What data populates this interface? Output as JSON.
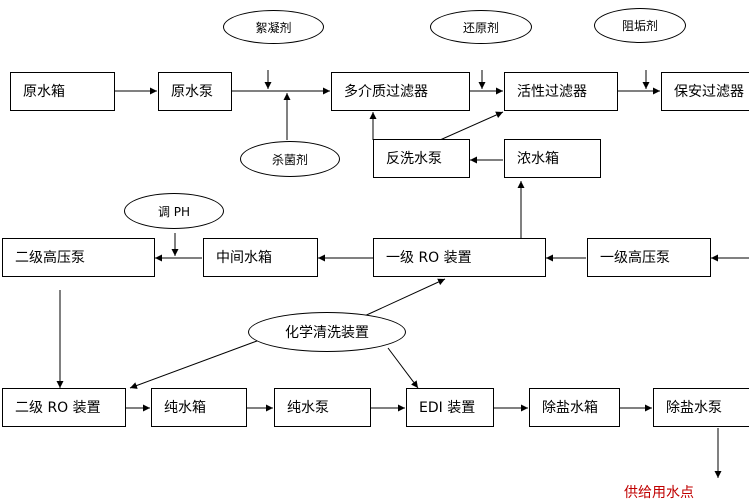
{
  "boxes": {
    "raw_water_tank": "原水箱",
    "raw_water_pump": "原水泵",
    "multimedia_filter": "多介质过滤器",
    "activated_carbon_filter": "活性过滤器",
    "security_filter": "保安过滤器",
    "backwash_pump": "反洗水泵",
    "concentrate_tank": "浓水箱",
    "secondary_hp_pump": "二级高压泵",
    "intermediate_tank": "中间水箱",
    "primary_ro": "一级 RO 装置",
    "primary_hp_pump": "一级高压泵",
    "secondary_ro": "二级 RO 装置",
    "pure_water_tank": "纯水箱",
    "pure_water_pump": "纯水泵",
    "edi_unit": "EDI 装置",
    "demineralized_tank": "除盐水箱",
    "demineralized_pump": "除盐水泵"
  },
  "dosing": {
    "flocculant": "絮凝剂",
    "reducing_agent": "还原剂",
    "scale_inhibitor": "阻垢剂",
    "bactericide": "杀菌剂",
    "ph_adjust": "调 PH",
    "chemical_cleaning": "化学清洗装置"
  },
  "output_label": "供给用水点"
}
